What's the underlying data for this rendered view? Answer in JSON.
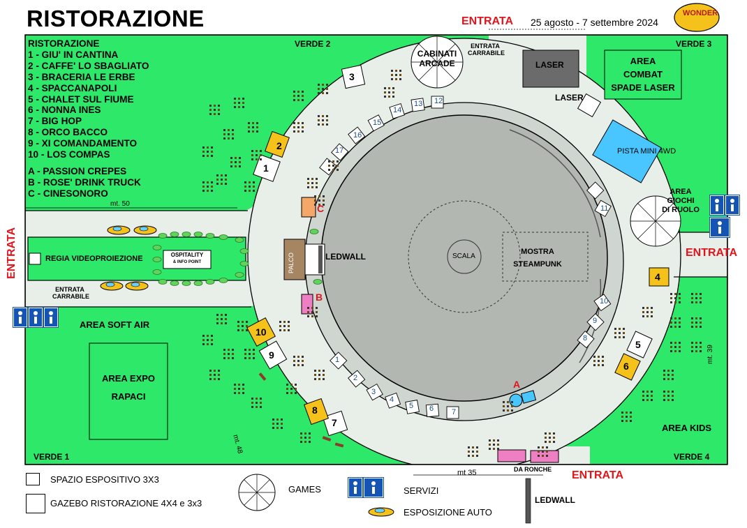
{
  "title": "RISTORAZIONE",
  "event_dates": "25 agosto - 7 settembre 2024",
  "logo_text": "WONDER",
  "entrances": {
    "top": "ENTRATA",
    "left": "ENTRATA",
    "right": "ENTRATA",
    "bottom": "ENTRATA"
  },
  "legend_heading": "RISTORAZIONE",
  "restaurants": [
    "1 - GIU' IN CANTINA",
    "2 - CAFFE' LO SBAGLIATO",
    "3 - BRACERIA LE ERBE",
    "4 - SPACCANAPOLI",
    "5 - CHALET SUL FIUME",
    "6 - NONNA INES",
    "7 - BIG HOP",
    "8 - ORCO BACCO",
    "9 - XI COMANDAMENTO",
    "10 - LOS COMPAS"
  ],
  "extras": [
    "A - PASSION CREPES",
    "B - ROSE' DRINK TRUCK",
    "C - CINESONORO"
  ],
  "areas": {
    "verde1": "VERDE 1",
    "verde2": "VERDE 2",
    "verde3": "VERDE 3",
    "verde4": "VERDE 4",
    "soft_air": "AREA SOFT AIR",
    "expo_1": "AREA EXPO",
    "expo_2": "RAPACI",
    "combat_1": "AREA",
    "combat_2": "COMBAT",
    "combat_3": "SPADE LASER",
    "laser": "LASER",
    "laser2": "LASER",
    "pista": "PISTA MINI 4WD",
    "giochi_1": "AREA",
    "giochi_2": "GIOCHI",
    "giochi_3": "DI RUOLO",
    "kids": "AREA KIDS",
    "cabinati_1": "CABINATI",
    "cabinati_2": "ARCADE",
    "mostra_1": "MOSTRA",
    "mostra_2": "STEAMPUNK",
    "scala": "SCALA",
    "palco": "PALCO",
    "ledwall": "LEDWALL",
    "regia": "REGIA VIDEOPROIEZIONE",
    "ospitality_1": "OSPITALITY",
    "ospitality_2": "& INFO POINT",
    "carrabile_top_1": "ENTRATA",
    "carrabile_top_2": "CARRABILE",
    "carrabile_left_1": "ENTRATA",
    "carrabile_left_2": "CARRABILE",
    "da_ronche": "DA RONCHE"
  },
  "measures": {
    "mt50": "mt. 50",
    "mt48": "mt. 48",
    "mt39": "mt. 39",
    "mt35": "mt 35"
  },
  "letters": {
    "a": "A",
    "b": "B",
    "c": "C"
  },
  "gazebo_numbers": [
    "1",
    "2",
    "3",
    "4",
    "5",
    "6",
    "7",
    "8",
    "9",
    "10"
  ],
  "stand_numbers_inner": [
    "1",
    "2",
    "3",
    "4",
    "5",
    "6",
    "7",
    "8",
    "9",
    "10",
    "11",
    "12",
    "13",
    "14",
    "15",
    "16",
    "17"
  ],
  "key": {
    "spazio": "SPAZIO ESPOSITIVO 3X3",
    "gazebo": "GAZEBO RISTORAZIONE 4X4 e 3x3",
    "games": "GAMES",
    "servizi": "SERVIZI",
    "auto": "ESPOSIZIONE AUTO",
    "ledwall": "LEDWALL"
  },
  "colors": {
    "green": "#2ee86a",
    "road": "#e8efe9",
    "arena": "#b2b7b1",
    "ring": "#cfd5cf",
    "gazebo_yellow": "#f4c21a",
    "pista": "#49c6ff",
    "pink": "#ee7fc3",
    "orange": "#f3a86a",
    "palco": "#a68562",
    "laser": "#6b6b6b",
    "stand_text": "#1b4f8a",
    "accent_red": "#e0151b",
    "service_blue": "#1654b4"
  }
}
